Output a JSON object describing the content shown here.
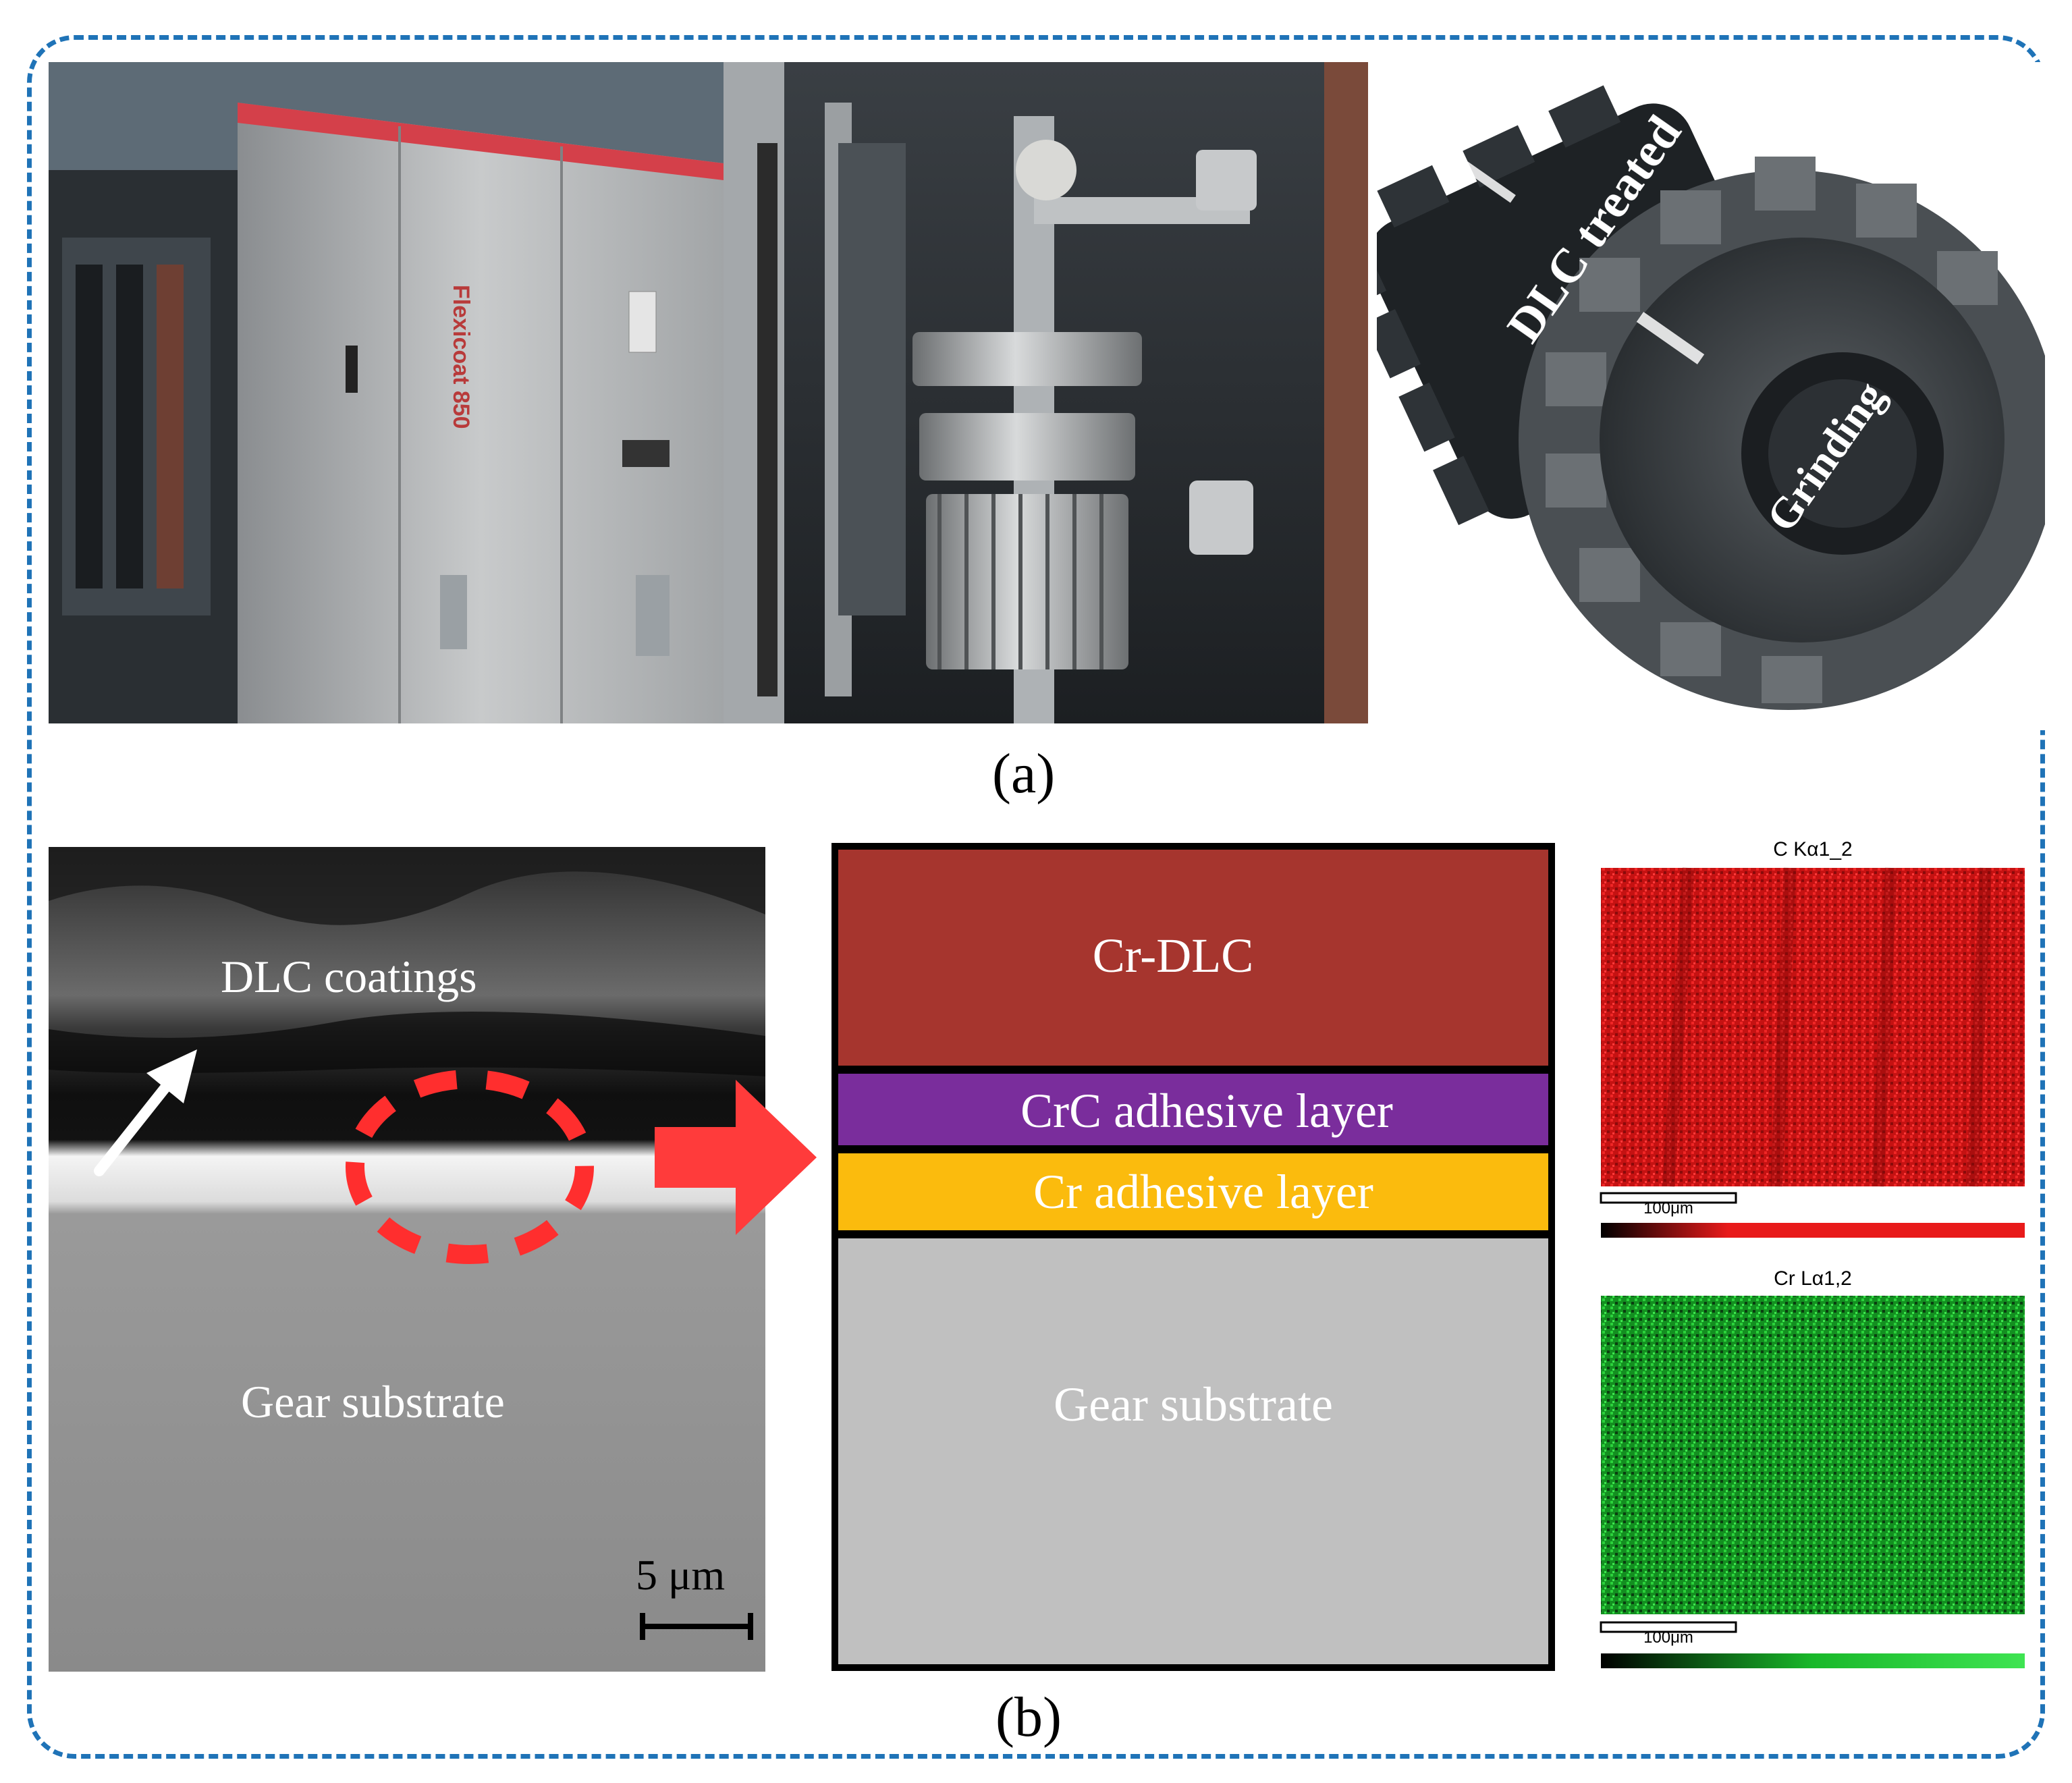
{
  "panel_a": {
    "label": "(a)",
    "coater_text": "Flexicoat 850",
    "gear_labels": {
      "dlc": "DLC treated",
      "grinding": "Grinding"
    }
  },
  "panel_b": {
    "label": "(b)",
    "sem": {
      "coating_label": "DLC coatings",
      "substrate_label": "Gear substrate",
      "scale_bar": "5 μm"
    },
    "schematic": {
      "layers": [
        {
          "label": "Cr-DLC",
          "color": "#a6352e"
        },
        {
          "label": "CrC adhesive layer",
          "color": "#7a2d9c"
        },
        {
          "label": "Cr adhesive layer",
          "color": "#fbbb0d"
        },
        {
          "label": "Gear substrate",
          "color": "#c0c0c0"
        }
      ]
    },
    "eds_maps": [
      {
        "title": "C Kα1_2",
        "scale": "100μm",
        "color": "#e81a1a"
      },
      {
        "title": "Cr Lα1,2",
        "scale": "100μm",
        "color": "#19b82a"
      }
    ]
  },
  "colors": {
    "frame": "#1f73b7",
    "highlight": "#ff2e2e"
  }
}
